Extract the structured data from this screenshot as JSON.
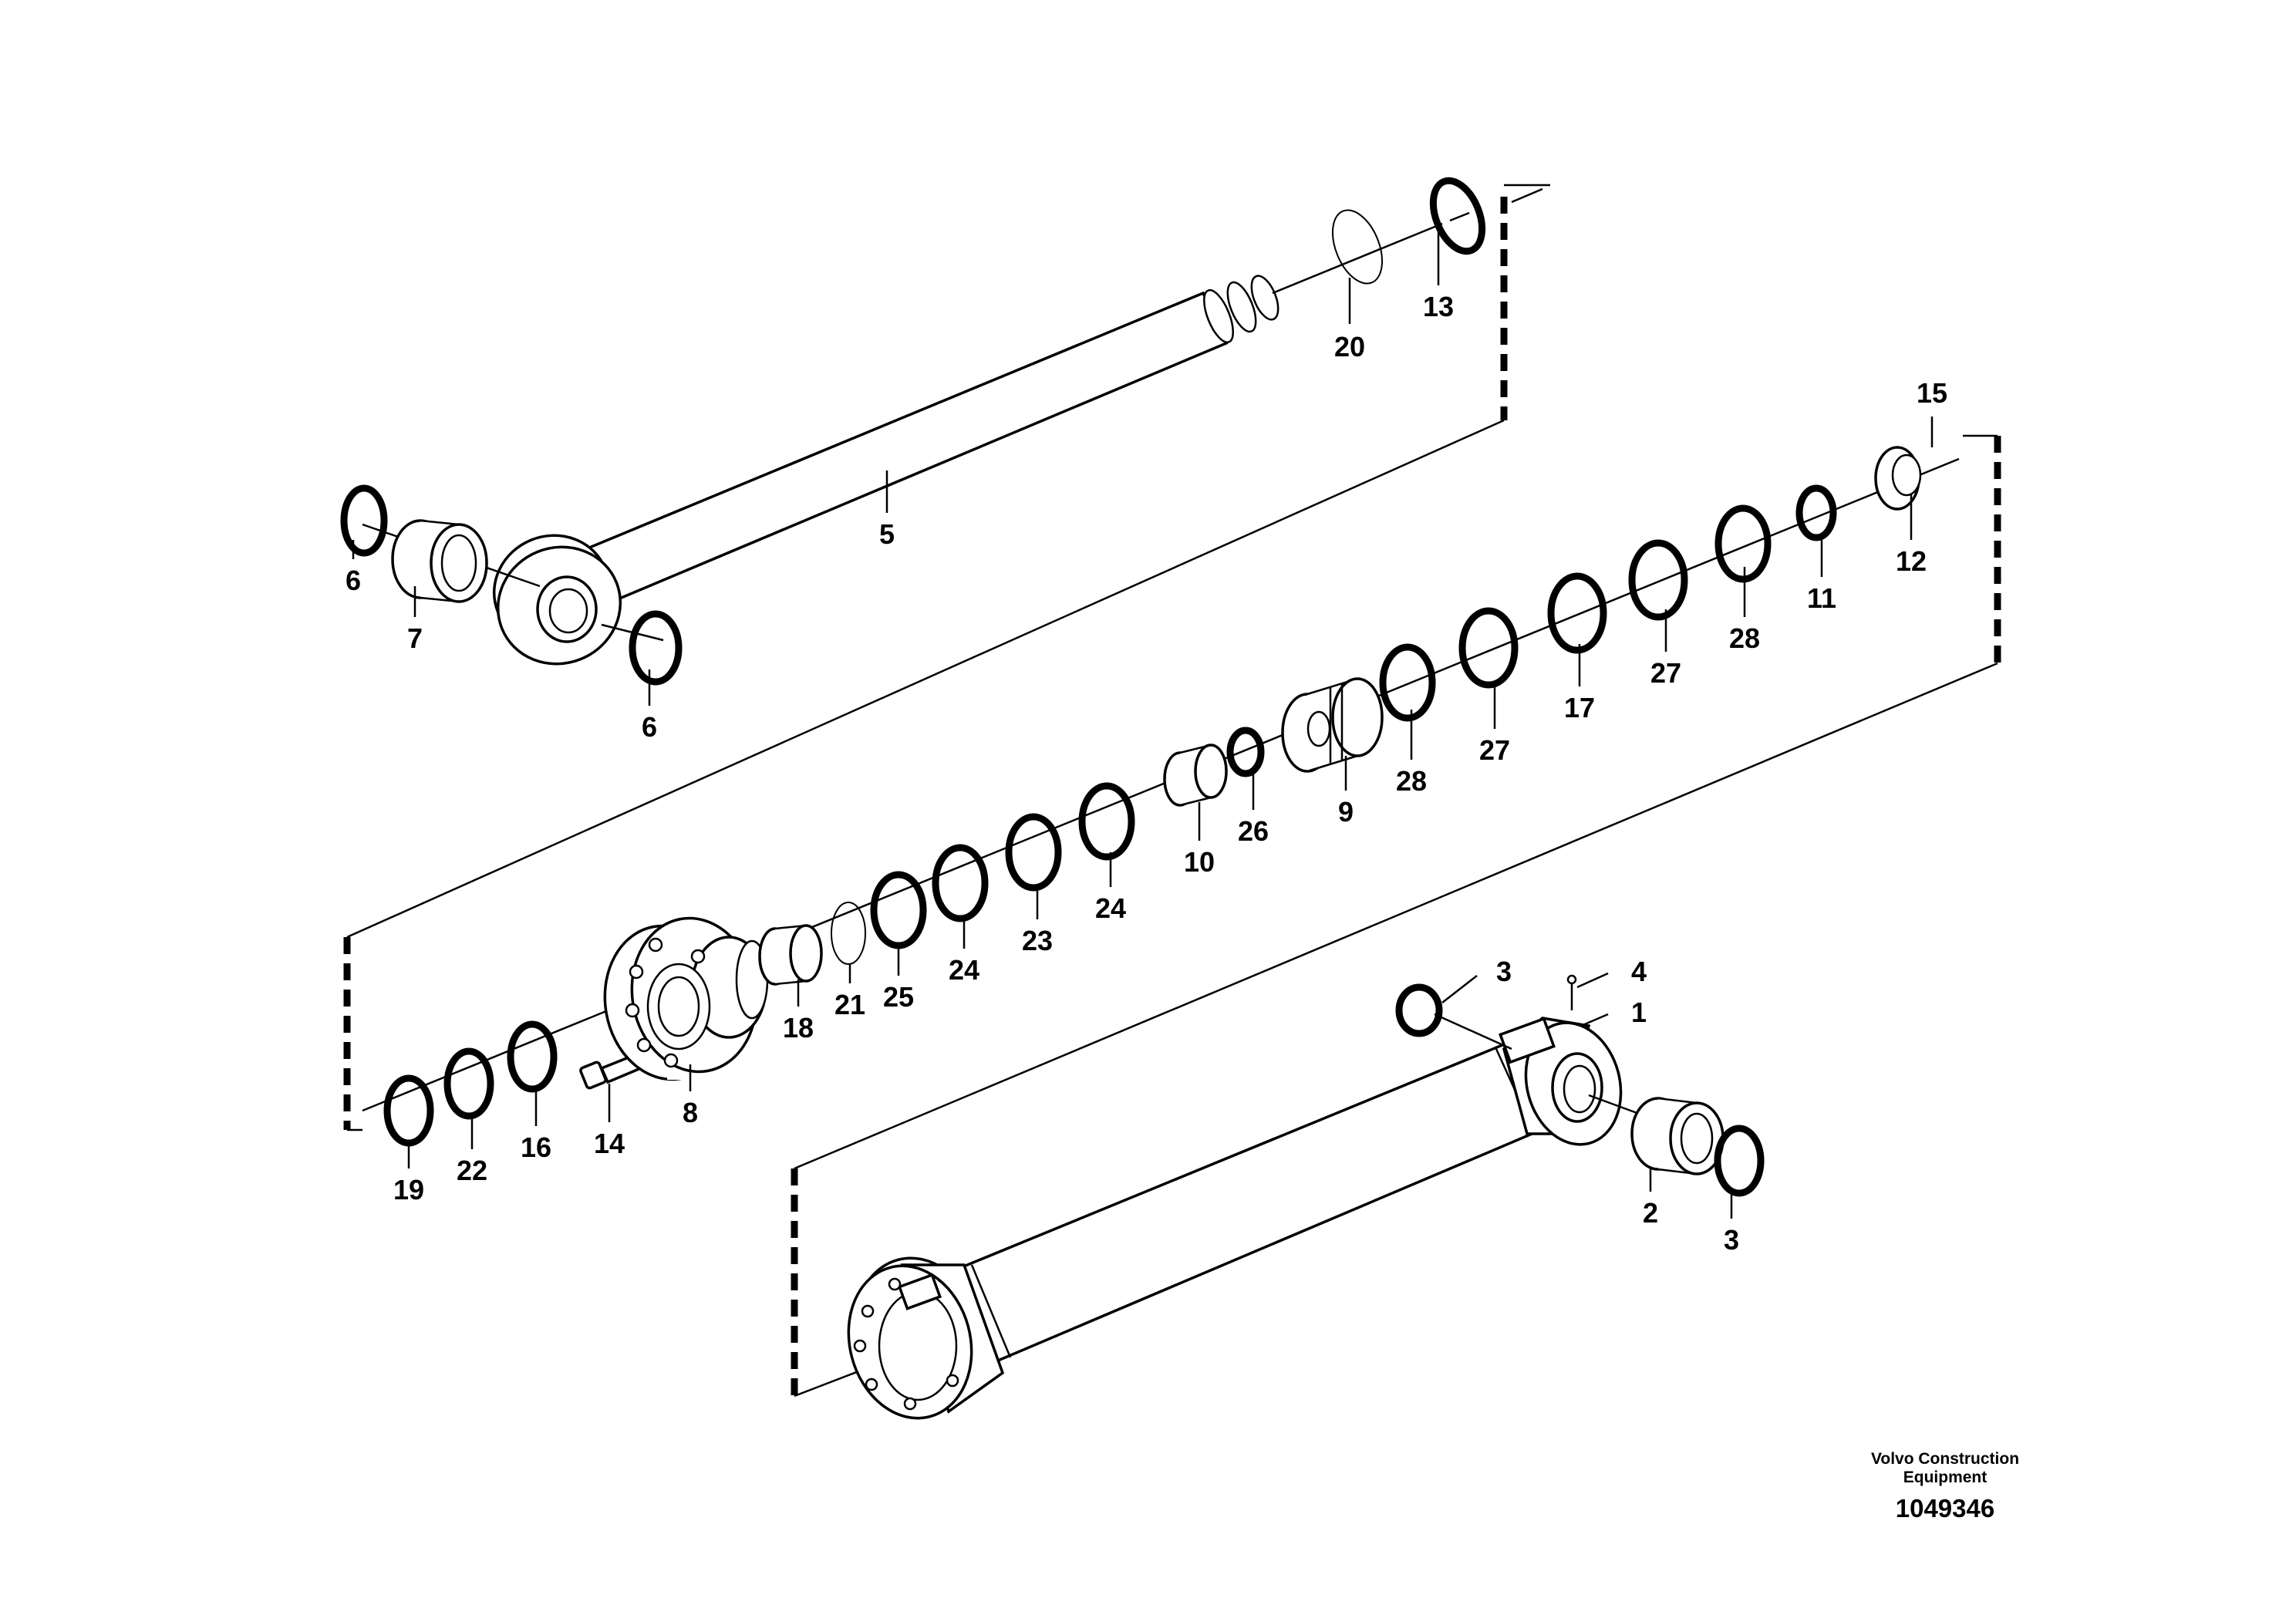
{
  "callouts": {
    "c1": "1",
    "c2": "2",
    "c3a": "3",
    "c3b": "3",
    "c4": "4",
    "c5": "5",
    "c6a": "6",
    "c6b": "6",
    "c7": "7",
    "c8": "8",
    "c9": "9",
    "c10": "10",
    "c11": "11",
    "c12": "12",
    "c13": "13",
    "c14": "14",
    "c15": "15",
    "c16": "16",
    "c17": "17",
    "c18": "18",
    "c19": "19",
    "c20": "20",
    "c21": "21",
    "c22": "22",
    "c23": "23",
    "c24a": "24",
    "c24b": "24",
    "c25": "25",
    "c26": "26",
    "c27a": "27",
    "c27b": "27",
    "c28a": "28",
    "c28b": "28"
  },
  "footer": {
    "brand_line1": "Volvo Construction",
    "brand_line2": "Equipment",
    "doc_number": "1049346"
  }
}
